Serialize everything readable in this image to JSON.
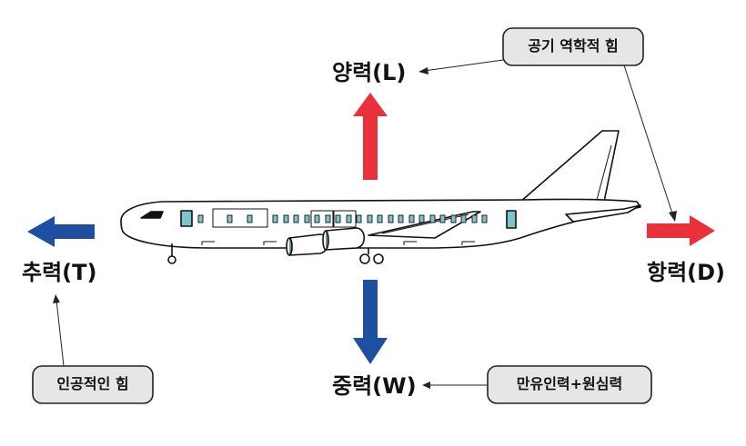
{
  "forces": {
    "lift": "양력(L)",
    "thrust": "추력(T)",
    "drag": "항력(D)",
    "weight": "중력(W)"
  },
  "notes": {
    "aerodynamic": "공기 역학적 힘",
    "artificial": "인공적인 힘",
    "gravity": "만유인력+원심력"
  },
  "colors": {
    "red_arrow": "#e8313a",
    "blue_arrow": "#1f4fa0",
    "note_fill": "#e6e6e6",
    "window": "#7fc4cc"
  }
}
